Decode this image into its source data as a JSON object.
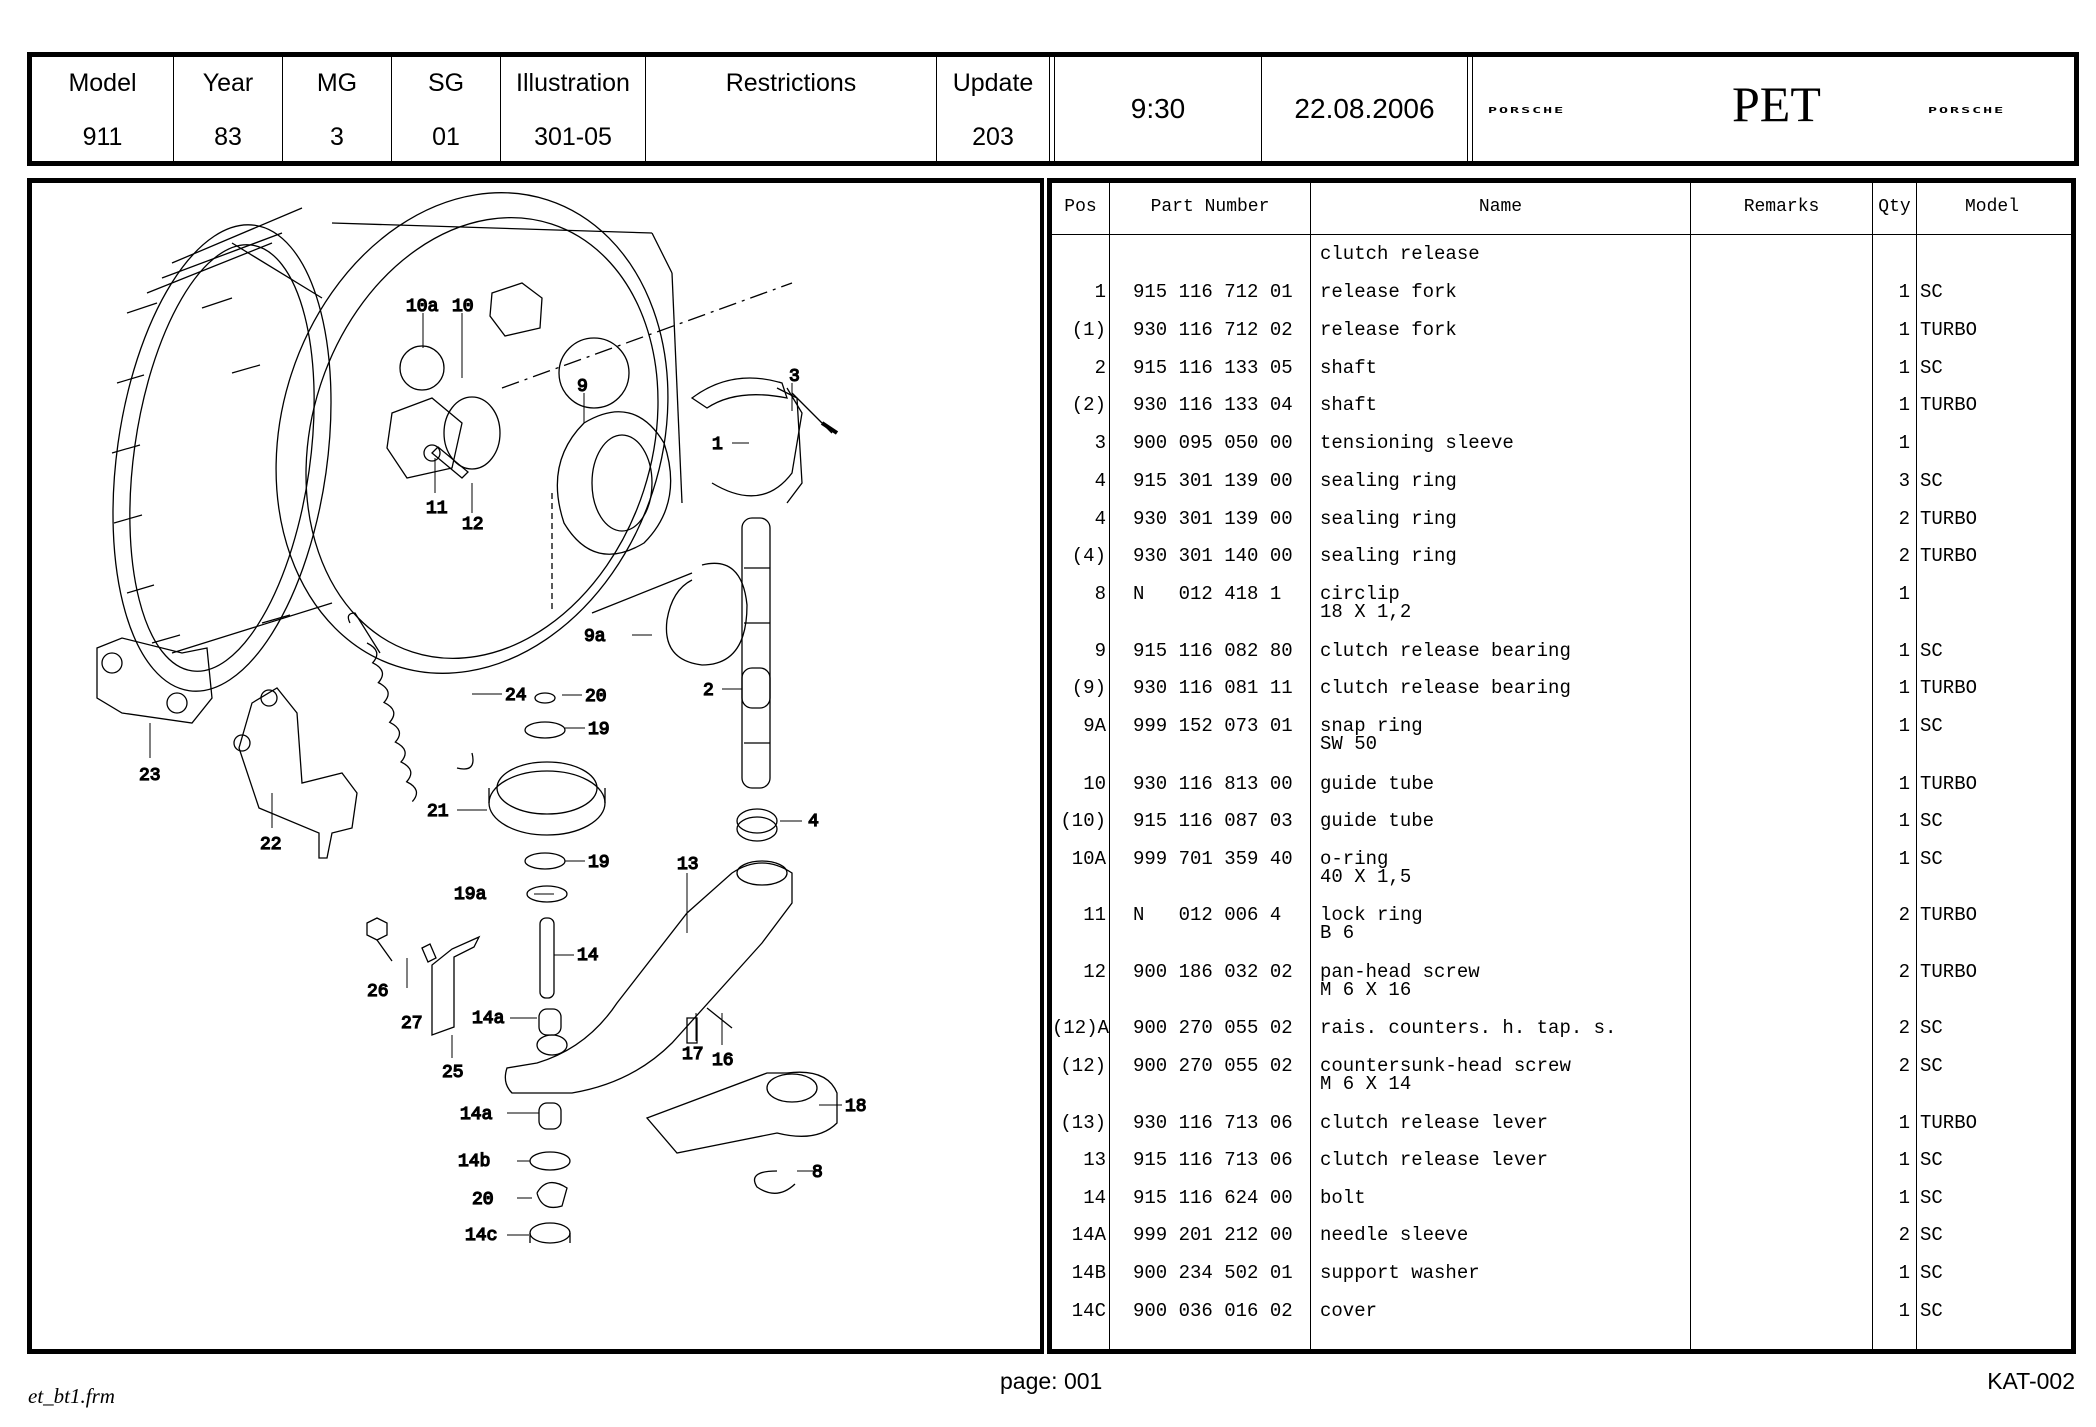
{
  "header": {
    "cells": [
      {
        "label": "Model",
        "value": "911"
      },
      {
        "label": "Year",
        "value": "83"
      },
      {
        "label": "MG",
        "value": "3"
      },
      {
        "label": "SG",
        "value": "01"
      },
      {
        "label": "Illustration",
        "value": "301-05"
      },
      {
        "label": "Restrictions",
        "value": ""
      },
      {
        "label": "Update",
        "value": "203"
      }
    ],
    "time": "9:30",
    "date": "22.08.2006",
    "brand_left": "PORSCHE",
    "app_title": "PET",
    "brand_right": "PORSCHE"
  },
  "table": {
    "columns": [
      "Pos",
      "Part Number",
      "Name",
      "Remarks",
      "Qty",
      "Model"
    ],
    "group_title": "clutch release",
    "rows": [
      {
        "pos": "1",
        "part": "915 116 712 01",
        "name": "release fork",
        "sub": "",
        "remarks": "",
        "qty": "1",
        "model": "SC"
      },
      {
        "pos": "(1)",
        "part": "930 116 712 02",
        "name": "release fork",
        "sub": "",
        "remarks": "",
        "qty": "1",
        "model": "TURBO"
      },
      {
        "pos": "2",
        "part": "915 116 133 05",
        "name": "shaft",
        "sub": "",
        "remarks": "",
        "qty": "1",
        "model": "SC"
      },
      {
        "pos": "(2)",
        "part": "930 116 133 04",
        "name": "shaft",
        "sub": "",
        "remarks": "",
        "qty": "1",
        "model": "TURBO"
      },
      {
        "pos": "3",
        "part": "900 095 050 00",
        "name": "tensioning sleeve",
        "sub": "",
        "remarks": "",
        "qty": "1",
        "model": ""
      },
      {
        "pos": "4",
        "part": "915 301 139 00",
        "name": "sealing ring",
        "sub": "",
        "remarks": "",
        "qty": "3",
        "model": "SC"
      },
      {
        "pos": "4",
        "part": "930 301 139 00",
        "name": "sealing ring",
        "sub": "",
        "remarks": "",
        "qty": "2",
        "model": "TURBO"
      },
      {
        "pos": "(4)",
        "part": "930 301 140 00",
        "name": "sealing ring",
        "sub": "",
        "remarks": "",
        "qty": "2",
        "model": "TURBO"
      },
      {
        "pos": "8",
        "part": "N   012 418 1",
        "name": "circlip",
        "sub": "18 X 1,2",
        "remarks": "",
        "qty": "1",
        "model": ""
      },
      {
        "pos": "9",
        "part": "915 116 082 80",
        "name": "clutch release bearing",
        "sub": "",
        "remarks": "",
        "qty": "1",
        "model": "SC"
      },
      {
        "pos": "(9)",
        "part": "930 116 081 11",
        "name": "clutch release bearing",
        "sub": "",
        "remarks": "",
        "qty": "1",
        "model": "TURBO"
      },
      {
        "pos": "9A",
        "part": "999 152 073 01",
        "name": "snap ring",
        "sub": "SW 50",
        "remarks": "",
        "qty": "1",
        "model": "SC"
      },
      {
        "pos": "10",
        "part": "930 116 813 00",
        "name": "guide tube",
        "sub": "",
        "remarks": "",
        "qty": "1",
        "model": "TURBO"
      },
      {
        "pos": "(10)",
        "part": "915 116 087 03",
        "name": "guide tube",
        "sub": "",
        "remarks": "",
        "qty": "1",
        "model": "SC"
      },
      {
        "pos": "10A",
        "part": "999 701 359 40",
        "name": "o-ring",
        "sub": "40 X 1,5",
        "remarks": "",
        "qty": "1",
        "model": "SC"
      },
      {
        "pos": "11",
        "part": "N   012 006 4",
        "name": "lock ring",
        "sub": "B 6",
        "remarks": "",
        "qty": "2",
        "model": "TURBO"
      },
      {
        "pos": "12",
        "part": "900 186 032 02",
        "name": "pan-head screw",
        "sub": "M 6 X 16",
        "remarks": "",
        "qty": "2",
        "model": "TURBO"
      },
      {
        "pos": "(12)A",
        "part": "900 270 055 02",
        "name": "rais. counters. h. tap. s.",
        "sub": "",
        "remarks": "",
        "qty": "2",
        "model": "SC"
      },
      {
        "pos": "(12)",
        "part": "900 270 055 02",
        "name": "countersunk-head screw",
        "sub": "M 6 X 14",
        "remarks": "",
        "qty": "2",
        "model": "SC"
      },
      {
        "pos": "(13)",
        "part": "930 116 713 06",
        "name": "clutch release lever",
        "sub": "",
        "remarks": "",
        "qty": "1",
        "model": "TURBO"
      },
      {
        "pos": "13",
        "part": "915 116 713 06",
        "name": "clutch release lever",
        "sub": "",
        "remarks": "",
        "qty": "1",
        "model": "SC"
      },
      {
        "pos": "14",
        "part": "915 116 624 00",
        "name": "bolt",
        "sub": "",
        "remarks": "",
        "qty": "1",
        "model": "SC"
      },
      {
        "pos": "14A",
        "part": "999 201 212 00",
        "name": "needle sleeve",
        "sub": "",
        "remarks": "",
        "qty": "2",
        "model": "SC"
      },
      {
        "pos": "14B",
        "part": "900 234 502 01",
        "name": "support washer",
        "sub": "",
        "remarks": "",
        "qty": "1",
        "model": "SC"
      },
      {
        "pos": "14C",
        "part": "900 036 016 02",
        "name": "cover",
        "sub": "",
        "remarks": "",
        "qty": "1",
        "model": "SC"
      }
    ]
  },
  "diagram": {
    "callouts": [
      "10a",
      "10",
      "9",
      "3",
      "1",
      "11",
      "12",
      "9a",
      "2",
      "24",
      "20",
      "19",
      "23",
      "22",
      "21",
      "4",
      "19",
      "13",
      "19a",
      "14",
      "26",
      "27",
      "14a",
      "25",
      "17",
      "16",
      "14a",
      "18",
      "14b",
      "8",
      "20",
      "14c"
    ]
  },
  "footer": {
    "form_name": "et_bt1.frm",
    "page": "page: 001",
    "catalog": "KAT-002"
  }
}
